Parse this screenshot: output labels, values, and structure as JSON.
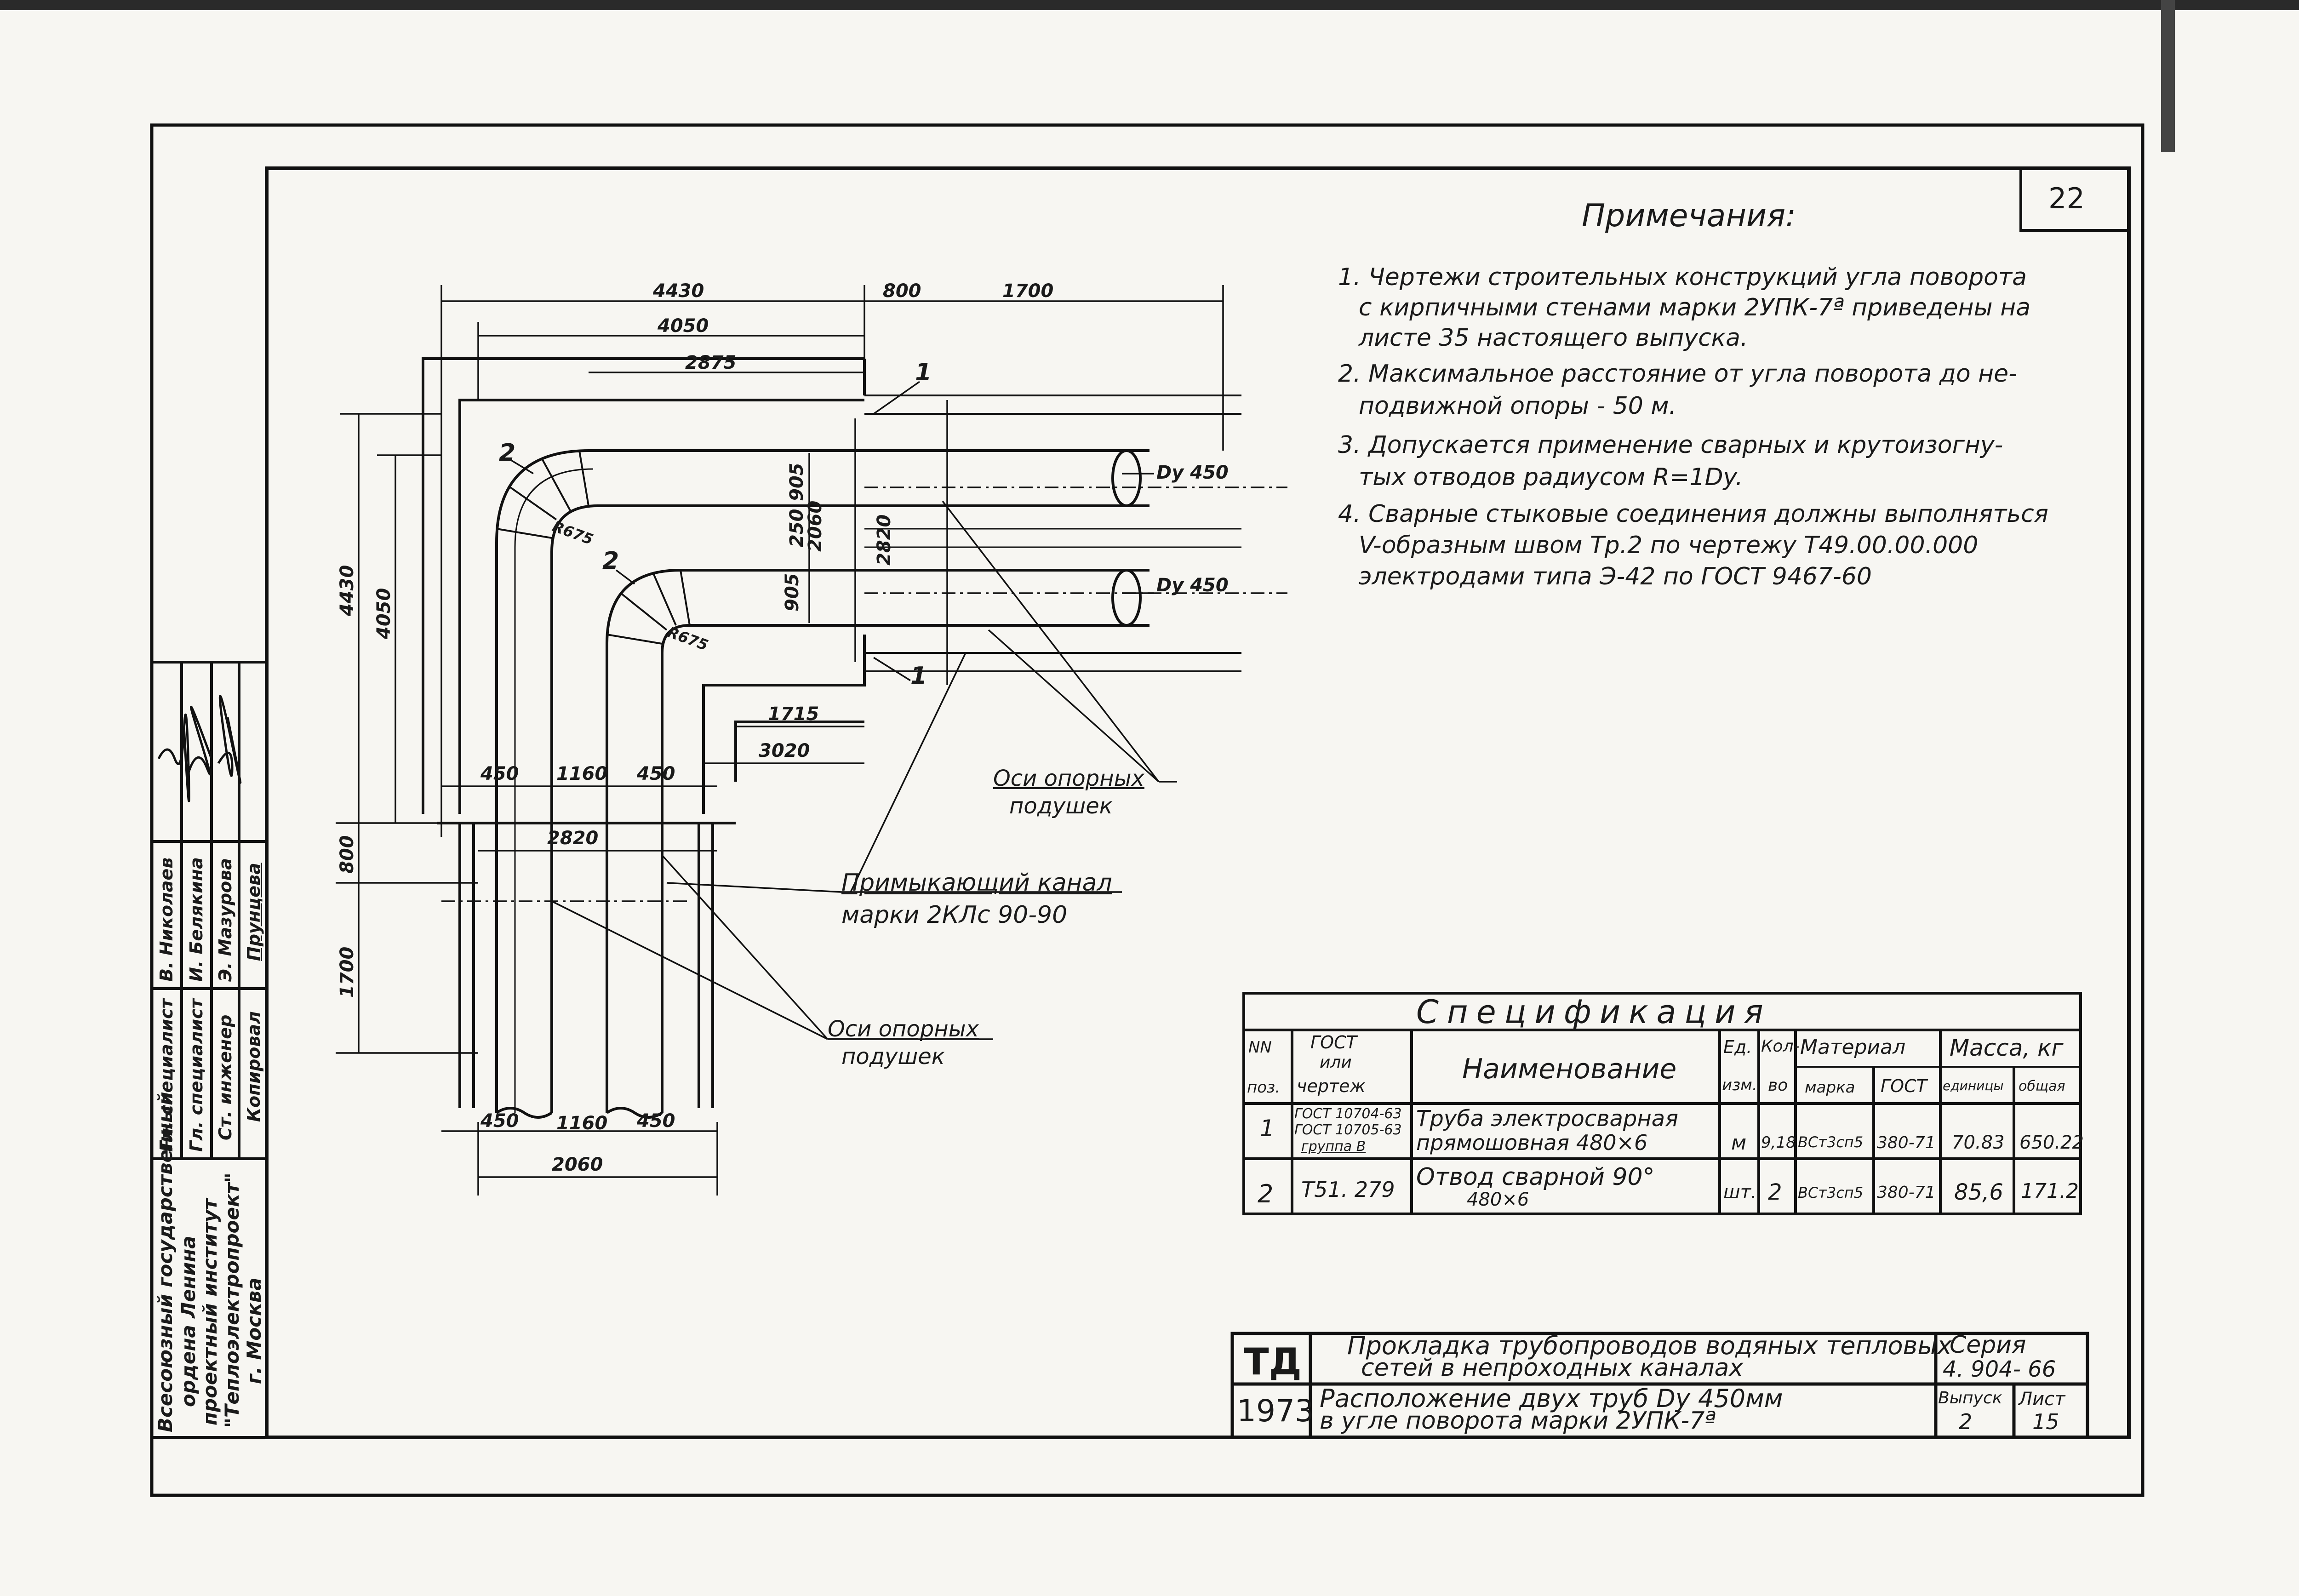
{
  "page_number": "22",
  "notes": {
    "title": "Примечания:",
    "lines": [
      "1. Чертежи строительных конструкций угла поворота",
      "с кирпичными стенами марки 2УПК-7ª приведены на",
      "листе 35    настоящего выпуска.",
      "2. Максимальное расстояние от угла поворота до не-",
      "подвижной опоры - 50 м.",
      "3. Допускается применение сварных и крутоизогну-",
      "тых отводов радиусом R=1Dy.",
      "4. Сварные стыковые соединения должны выполняться",
      "V-образным швом Тр.2 по чертежу Т49.00.00.000",
      "электродами типа Э-42 по ГОСТ 9467-60"
    ]
  },
  "drawing": {
    "dims": {
      "d4430_top": "4430",
      "d800": "800",
      "d1700_top": "1700",
      "d4050_top": "4050",
      "d2875": "2875",
      "d4430_left": "4430",
      "d4050_left": "4050",
      "d905_a": "905",
      "d250": "250",
      "d2060_v": "2060",
      "d2820_v": "2820",
      "d905_b": "905",
      "r675_a": "R675",
      "r675_b": "R675",
      "d1715": "1715",
      "d3020": "3020",
      "d450_a": "450",
      "d1160_a": "1160",
      "d450_b": "450",
      "d2820_h": "2820",
      "d800_left": "800",
      "d1700_left": "1700",
      "d450_c": "450",
      "d1160_b": "1160",
      "d450_d": "450",
      "d2060_h": "2060"
    },
    "pos_1a": "1",
    "pos_1b": "1",
    "pos_2a": "2",
    "pos_2b": "2",
    "dy_1": "Dy 450",
    "dy_2": "Dy 450",
    "label_axes_1": [
      "Оси опорных",
      "подушек"
    ],
    "label_axes_2": [
      "Оси опорных",
      "подушек"
    ],
    "label_channel": [
      "Примыкающий канал",
      "марки 2КЛс 90-90"
    ]
  },
  "spec": {
    "title": "Спецификация",
    "headers": {
      "nn": "NN",
      "poz": "поз.",
      "gost": [
        "ГОСТ",
        "или",
        "чертеж"
      ],
      "name": "Наименование",
      "unit": [
        "Ед.",
        "изм."
      ],
      "qty": [
        "Кол-",
        "во"
      ],
      "material": "Материал",
      "mat_mark": "марка",
      "mat_gost": "ГОСТ",
      "mass": "Масса, кг",
      "mass_unit": "единицы",
      "mass_total": "общая"
    },
    "rows": [
      {
        "pos": "1",
        "gost": [
          "ГОСТ 10704-63",
          "ГОСТ 10705-63",
          "группа В"
        ],
        "name": [
          "Труба электросварная",
          "прямошовная  480×6"
        ],
        "unit": "м",
        "qty": "9,18",
        "mark": "ВСт3сп5",
        "mat_gost": "380-71",
        "mass_unit": "70.83",
        "mass_total": "650.22"
      },
      {
        "pos": "2",
        "gost": [
          "Т51. 279"
        ],
        "name": [
          "Отвод сварной 90°",
          "480×6"
        ],
        "unit": "шт.",
        "qty": "2",
        "mark": "ВСт3сп5",
        "mat_gost": "380-71",
        "mass_unit": "85,6",
        "mass_total": "171.2"
      }
    ]
  },
  "title_block": {
    "logo": "ТД",
    "year": "1973",
    "title_1": [
      "Прокладка трубопроводов водяных тепловых",
      "сетей в непроходных каналах"
    ],
    "title_2": [
      "Расположение двух труб Dy 450мм",
      "в угле поворота  марки  2УПК-7ª"
    ],
    "series_label": "Серия",
    "series": "4. 904- 66",
    "issue_label": "Выпуск",
    "issue": "2",
    "sheet_label": "Лист",
    "sheet": "15"
  },
  "side_block": {
    "org": [
      "Всесоюзный государственный",
      "ордена Ленина",
      "проектный институт",
      "\"Теплоэлектропроект\"",
      "г. Москва"
    ],
    "roles": [
      "Гл. специалист",
      "Гл. специалист",
      "Ст. инженер",
      "Копировал"
    ],
    "names": [
      "В. Николаев",
      "И. Белякина",
      "Э. Мазурова",
      "Прунцева"
    ]
  }
}
